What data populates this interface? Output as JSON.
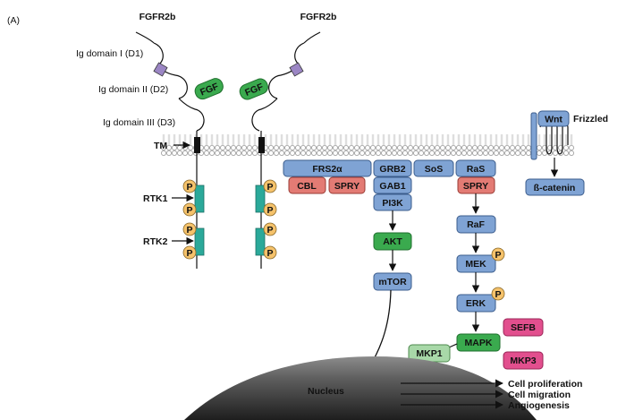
{
  "panel_label": "(A)",
  "receptors": {
    "left_title": "FGFR2b",
    "right_title": "FGFR2b"
  },
  "domains": {
    "d1": "Ig domain I (D1)",
    "d2": "Ig domain II (D2)",
    "d3": "Ig domain III (D3)"
  },
  "ligand": "FGF",
  "tm": "TM",
  "rtk1": "RTK1",
  "rtk2": "RTK2",
  "phospho": "P",
  "adaptors": {
    "frs2a": "FRS2α",
    "cbl": "CBL",
    "spry1": "SPRY",
    "grb2": "GRB2",
    "sos": "SoS",
    "ras": "RaS",
    "spry2": "SPRY",
    "gab1": "GAB1",
    "pi3k": "PI3K"
  },
  "akt_pathway": {
    "akt": "AKT",
    "mtor": "mTOR"
  },
  "mapk_pathway": {
    "raf": "RaF",
    "mek": "MEK",
    "erk": "ERK",
    "mapk": "MAPK",
    "sefb": "SEFB",
    "mkp3": "MKP3",
    "mkp1": "MKP1"
  },
  "wnt": {
    "wnt": "Wnt",
    "frizzled": "Frizzled",
    "beta_catenin": "ß-catenin"
  },
  "nucleus": "Nucleus",
  "outcomes": [
    "Cell proliferation",
    "Cell migration",
    "Angiogenesis"
  ],
  "colors": {
    "blue_box": "#7fa3d4",
    "red_box": "#e37b74",
    "green_box": "#3aaa4e",
    "light_green_box": "#a8d8a8",
    "pink_box": "#e24f8e",
    "phospho_fill": "#f5c26b",
    "rtk_teal": "#2ba99a",
    "linker_purple": "#9b86c4",
    "membrane": "#b8b8b8"
  }
}
